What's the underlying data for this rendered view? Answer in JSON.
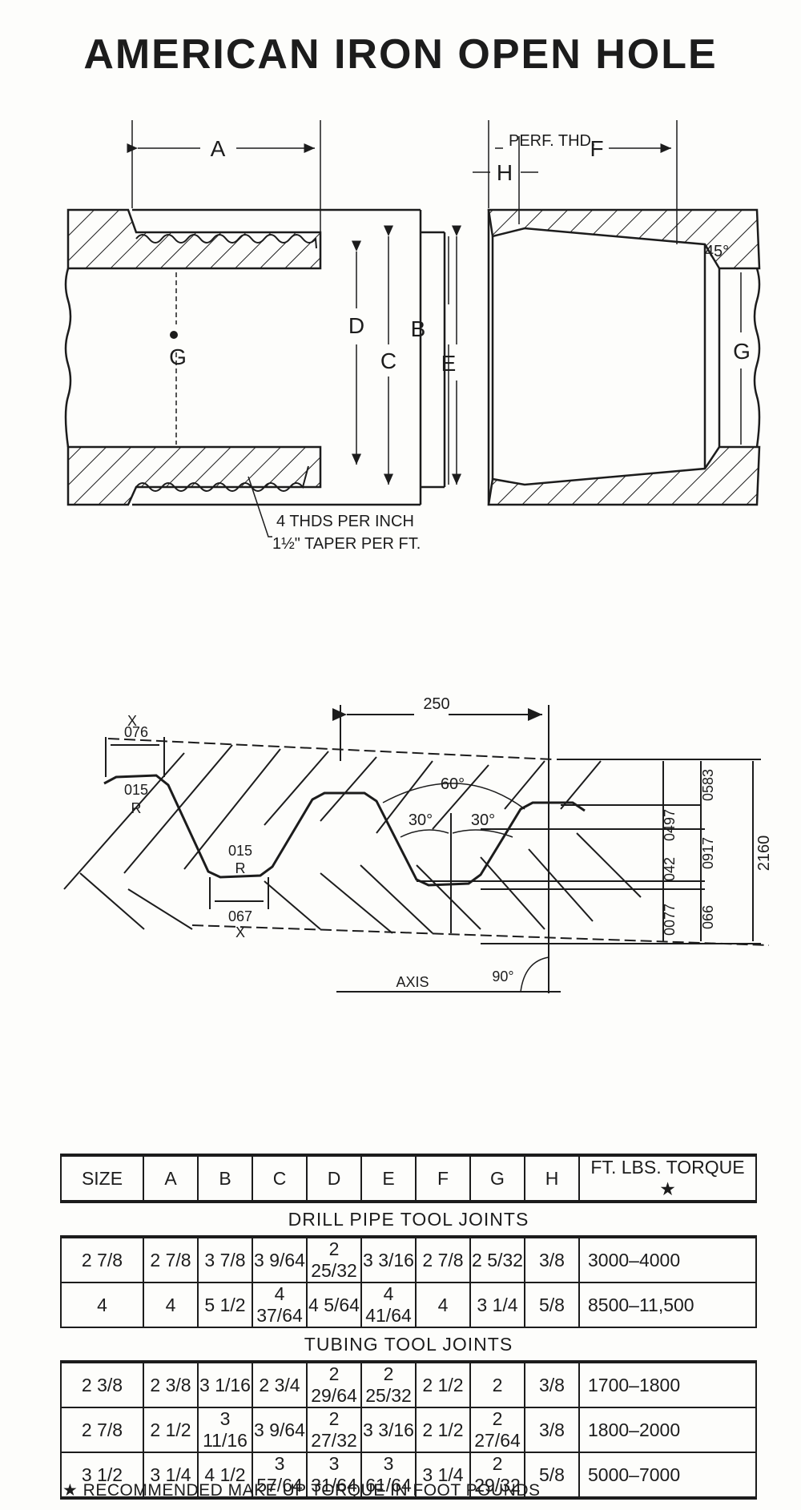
{
  "title": "AMERICAN IRON OPEN HOLE",
  "joint_diagram": {
    "labels": {
      "a": "A",
      "b": "B",
      "c": "C",
      "d": "D",
      "e": "E",
      "f_prefix": "PERF. THD.",
      "f": "F",
      "g_left": "G",
      "g_right": "G",
      "h": "H",
      "angle_45": "45°"
    },
    "note_line1": "4 THDS PER INCH",
    "note_line2": "1½\" TAPER PER FT."
  },
  "thread_profile": {
    "pitch": "250",
    "crest_width": "076",
    "root_width": "067",
    "radius_top": "015",
    "radius_top_r": "R",
    "radius_root": "015",
    "radius_root_r": "R",
    "flank_angle_total": "60°",
    "flank_angle_left": "30°",
    "flank_angle_right": "30°",
    "dim_0583": "0583",
    "dim_0497": "0497",
    "dim_0917": "0917",
    "dim_042": "042",
    "dim_0077": "0077",
    "dim_066": "066",
    "dim_2160": "2160",
    "axis_label": "AXIS",
    "angle_90": "90°",
    "x_top": "X",
    "x_bottom": "X"
  },
  "table": {
    "headers": [
      "SIZE",
      "A",
      "B",
      "C",
      "D",
      "E",
      "F",
      "G",
      "H",
      "FT. LBS. TORQUE ★"
    ],
    "sections": [
      {
        "name": "DRILL PIPE TOOL JOINTS",
        "rows": [
          [
            "2 7/8",
            "2 7/8",
            "3 7/8",
            "3 9/64",
            "2 25/32",
            "3 3/16",
            "2 7/8",
            "2 5/32",
            "3/8",
            "3000–4000"
          ],
          [
            "4",
            "4",
            "5 1/2",
            "4 37/64",
            "4 5/64",
            "4 41/64",
            "4",
            "3 1/4",
            "5/8",
            "8500–11,500"
          ]
        ]
      },
      {
        "name": "TUBING TOOL JOINTS",
        "rows": [
          [
            "2 3/8",
            "2 3/8",
            "3 1/16",
            "2 3/4",
            "2 29/64",
            "2 25/32",
            "2 1/2",
            "2",
            "3/8",
            "1700–1800"
          ],
          [
            "2 7/8",
            "2 1/2",
            "3 11/16",
            "3 9/64",
            "2 27/32",
            "3 3/16",
            "2 1/2",
            "2 27/64",
            "3/8",
            "1800–2000"
          ],
          [
            "3 1/2",
            "3 1/4",
            "4 1/2",
            "3 57/64",
            "3 31/64",
            "3 61/64",
            "3 1/4",
            "2 29/32",
            "5/8",
            "5000–7000"
          ]
        ]
      }
    ]
  },
  "footnote": "★ RECOMMENDED MAKE UP TORQUE IN FOOT POUNDS"
}
